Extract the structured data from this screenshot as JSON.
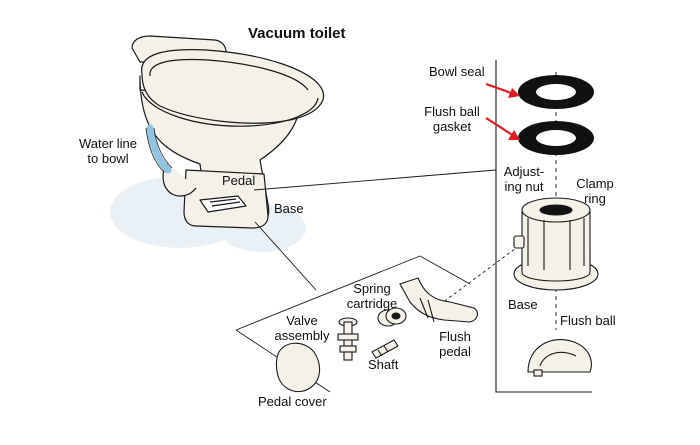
{
  "title": "Vacuum toilet",
  "labels": {
    "water_line": "Water line\nto bowl",
    "pedal": "Pedal",
    "base_left": "Base",
    "bowl_seal": "Bowl seal",
    "flush_ball_gasket": "Flush ball\ngasket",
    "adjusting_nut": "Adjust-\ning nut",
    "clamp_ring": "Clamp\nring",
    "base_right": "Base",
    "flush_ball": "Flush ball",
    "spring_cartridge": "Spring\ncartridge",
    "valve_assembly": "Valve\nassembly",
    "flush_pedal": "Flush\npedal",
    "shaft": "Shaft",
    "pedal_cover": "Pedal cover"
  },
  "colors": {
    "line": "#1a1a1a",
    "fill": "#f4f1e8",
    "blue": "#8fc3e0",
    "pale_blue": "#e9f1f7",
    "arrow": "#e01b24",
    "gasket": "#111111"
  },
  "icons": [
    "toilet-illustration",
    "bowl-seal-ring",
    "flush-ball-gasket-ring",
    "base-housing",
    "flush-ball-part",
    "pedal-cover-part",
    "valve-assembly-part",
    "spring-cartridge-part",
    "shaft-part",
    "flush-pedal-part"
  ]
}
